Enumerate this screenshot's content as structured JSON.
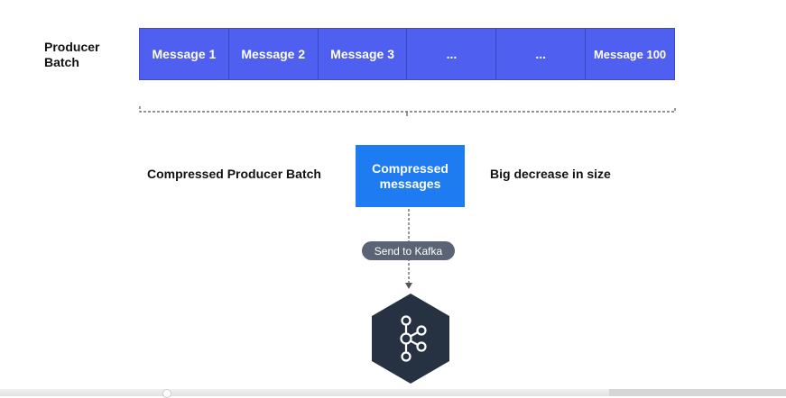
{
  "producer_batch_label": "Producer\nBatch",
  "messages": [
    "Message 1",
    "Message 2",
    "Message 3",
    "...",
    "...",
    "Message 100"
  ],
  "compressed_batch_label": "Compressed Producer Batch",
  "compressed_box_label": "Compressed messages",
  "size_note": "Big decrease in size",
  "send_label": "Send to Kafka",
  "kafka_icon": "kafka-logo-icon",
  "colors": {
    "message_cell": "#4f5ff0",
    "compressed_box": "#1f7bf2",
    "send_pill": "#5a6475",
    "kafka_hexagon": "#263241"
  }
}
